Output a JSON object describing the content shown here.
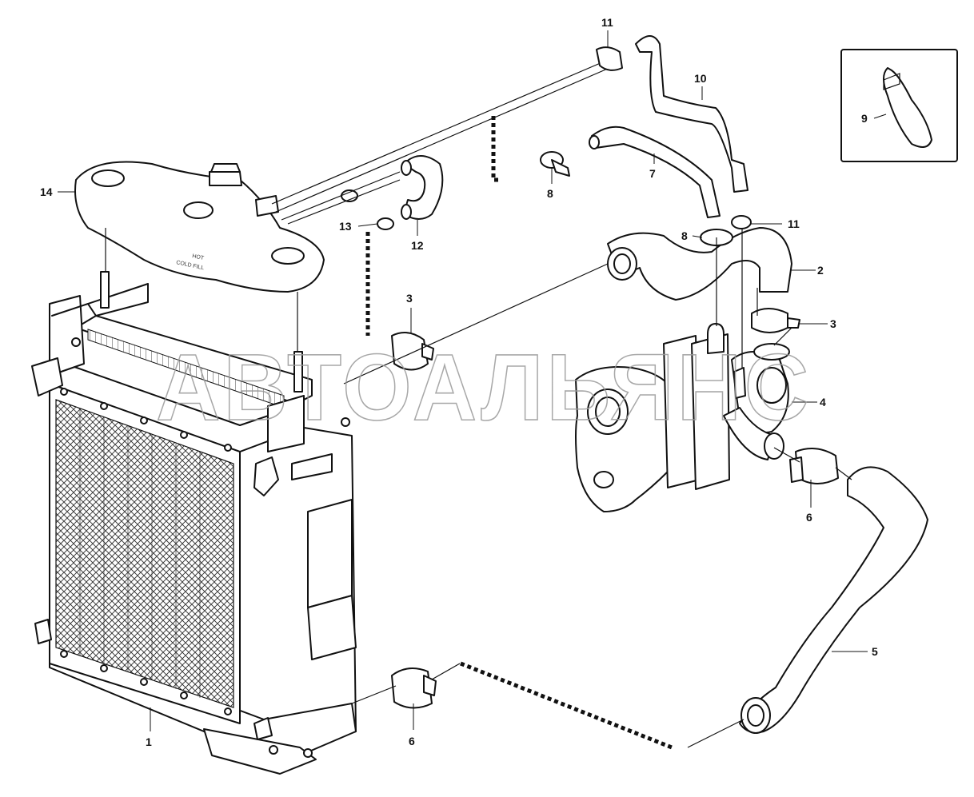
{
  "diagram": {
    "watermark": "АВТОАЛЬЯНС",
    "callouts": [
      "1",
      "2",
      "3",
      "3",
      "4",
      "5",
      "6",
      "6",
      "7",
      "8",
      "8",
      "9",
      "10",
      "11",
      "11",
      "12",
      "13",
      "14"
    ],
    "labels": {
      "tank_text_1": "HOT",
      "tank_text_2": "COLD FILL"
    }
  }
}
